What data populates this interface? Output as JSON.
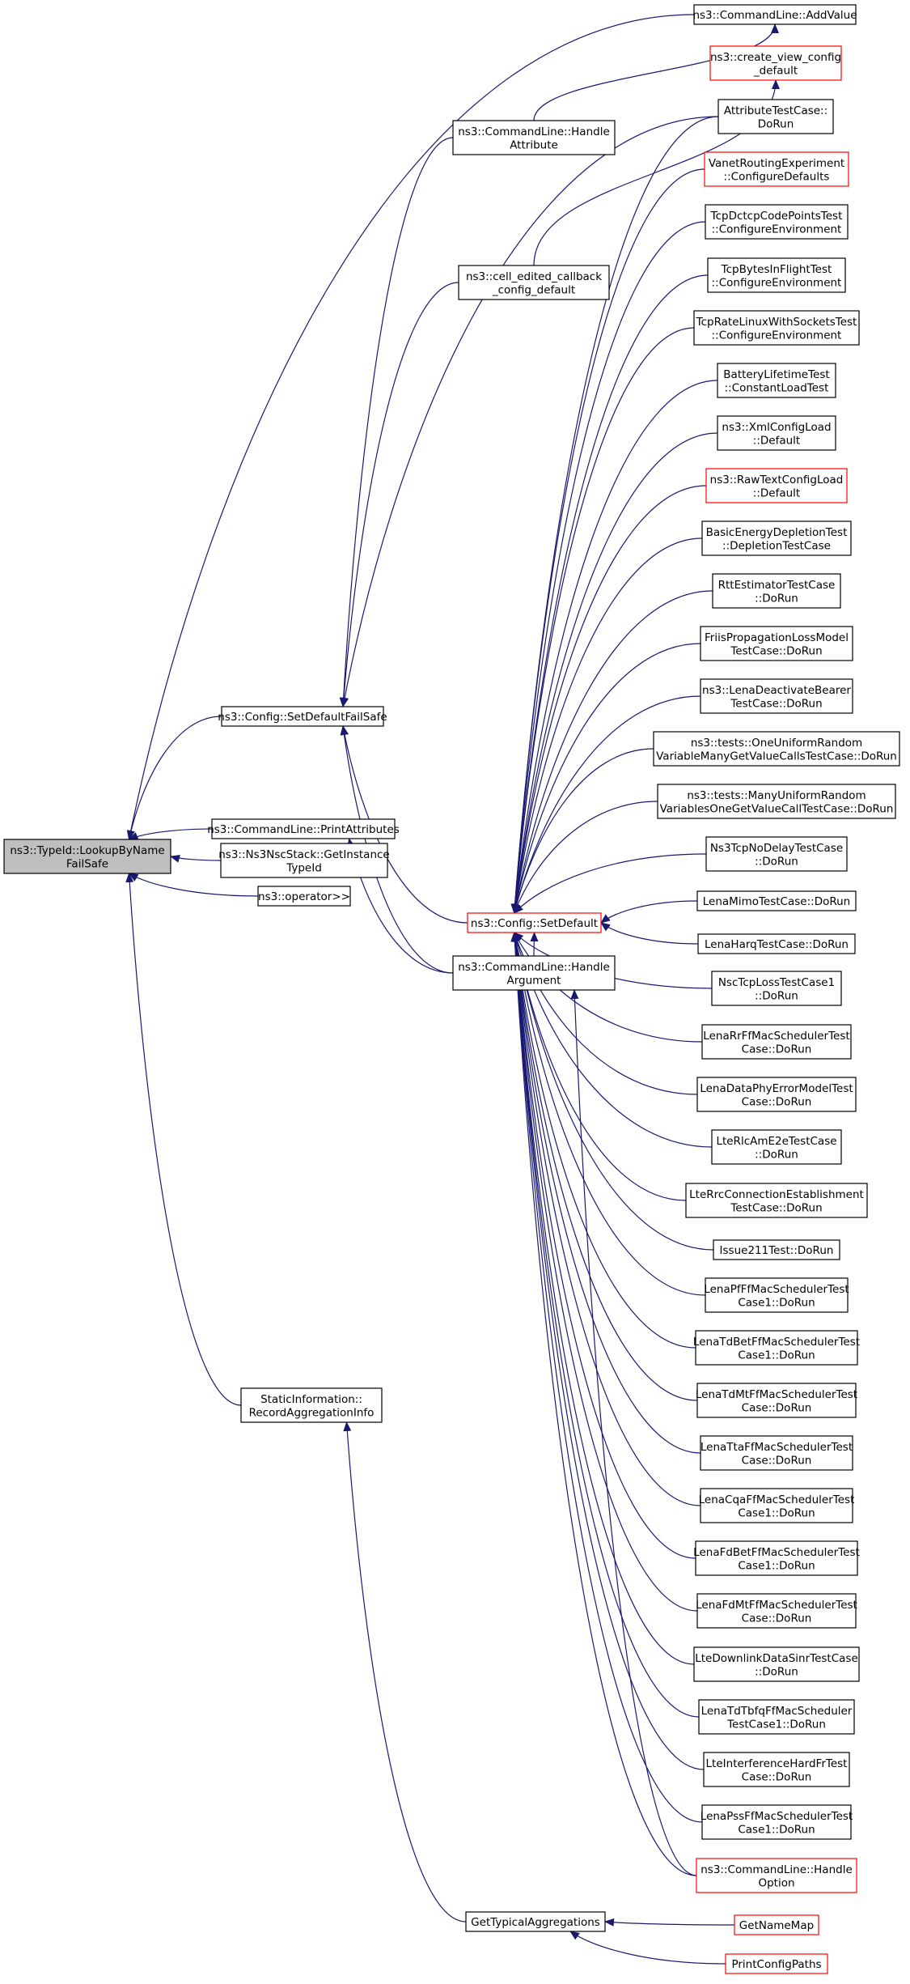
{
  "colors": {
    "edge": "#191970",
    "node_border": "#000000",
    "node_border_truncated": "#ff0000",
    "root_fill": "#bfbfbf"
  },
  "nodes": {
    "root": {
      "lines": [
        "ns3::TypeId::LookupByName",
        "FailSafe"
      ]
    },
    "setDefaultFailSafe": {
      "lines": [
        "ns3::Config::SetDefaultFailSafe"
      ]
    },
    "printAttributes": {
      "lines": [
        "ns3::CommandLine::PrintAttributes"
      ]
    },
    "ns3NscGetInstanceTypeId": {
      "lines": [
        "ns3::Ns3NscStack::GetInstance",
        "TypeId"
      ]
    },
    "operatorShift": {
      "lines": [
        "ns3::operator>>"
      ]
    },
    "staticInfo": {
      "lines": [
        "StaticInformation::",
        "RecordAggregationInfo"
      ]
    },
    "handleAttribute": {
      "lines": [
        "ns3::CommandLine::Handle",
        "Attribute"
      ]
    },
    "cellEdited": {
      "lines": [
        "ns3::cell_edited_callback",
        "_config_default"
      ]
    },
    "setDefault": {
      "lines": [
        "ns3::Config::SetDefault"
      ]
    },
    "handleArgument": {
      "lines": [
        "ns3::CommandLine::Handle",
        "Argument"
      ]
    },
    "getTypicalAggregations": {
      "lines": [
        "GetTypicalAggregations"
      ]
    },
    "addValue": {
      "lines": [
        "ns3::CommandLine::AddValue"
      ]
    },
    "createViewConfig": {
      "lines": [
        "ns3::create_view_config",
        "_default"
      ]
    },
    "attributeTestCase": {
      "lines": [
        "AttributeTestCase::",
        "DoRun"
      ]
    },
    "vanetRouting": {
      "lines": [
        "VanetRoutingExperiment",
        "::ConfigureDefaults"
      ]
    },
    "tcpDctcp": {
      "lines": [
        "TcpDctcpCodePointsTest",
        "::ConfigureEnvironment"
      ]
    },
    "tcpBytesInFlight": {
      "lines": [
        "TcpBytesInFlightTest",
        "::ConfigureEnvironment"
      ]
    },
    "tcpRateLinux": {
      "lines": [
        "TcpRateLinuxWithSocketsTest",
        "::ConfigureEnvironment"
      ]
    },
    "batteryLifetime": {
      "lines": [
        "BatteryLifetimeTest",
        "::ConstantLoadTest"
      ]
    },
    "xmlConfigLoad": {
      "lines": [
        "ns3::XmlConfigLoad",
        "::Default"
      ]
    },
    "rawTextConfigLoad": {
      "lines": [
        "ns3::RawTextConfigLoad",
        "::Default"
      ]
    },
    "basicEnergyDepletion": {
      "lines": [
        "BasicEnergyDepletionTest",
        "::DepletionTestCase"
      ]
    },
    "rttEstimator": {
      "lines": [
        "RttEstimatorTestCase",
        "::DoRun"
      ]
    },
    "friisPropagation": {
      "lines": [
        "FriisPropagationLossModel",
        "TestCase::DoRun"
      ]
    },
    "lenaDeactivateBearer": {
      "lines": [
        "ns3::LenaDeactivateBearer",
        "TestCase::DoRun"
      ]
    },
    "oneUniformRandom": {
      "lines": [
        "ns3::tests::OneUniformRandom",
        "VariableManyGetValueCallsTestCase::DoRun"
      ]
    },
    "manyUniformRandom": {
      "lines": [
        "ns3::tests::ManyUniformRandom",
        "VariablesOneGetValueCallTestCase::DoRun"
      ]
    },
    "ns3TcpNoDelay": {
      "lines": [
        "Ns3TcpNoDelayTestCase",
        "::DoRun"
      ]
    },
    "lenaMimo": {
      "lines": [
        "LenaMimoTestCase::DoRun"
      ]
    },
    "lenaHarq": {
      "lines": [
        "LenaHarqTestCase::DoRun"
      ]
    },
    "nscTcpLoss": {
      "lines": [
        "NscTcpLossTestCase1",
        "::DoRun"
      ]
    },
    "lenaRrFf": {
      "lines": [
        "LenaRrFfMacSchedulerTest",
        "Case::DoRun"
      ]
    },
    "lenaDataPhyError": {
      "lines": [
        "LenaDataPhyErrorModelTest",
        "Case::DoRun"
      ]
    },
    "lteRlcAmE2e": {
      "lines": [
        "LteRlcAmE2eTestCase",
        "::DoRun"
      ]
    },
    "lteRrcConnection": {
      "lines": [
        "LteRrcConnectionEstablishment",
        "TestCase::DoRun"
      ]
    },
    "issue211": {
      "lines": [
        "Issue211Test::DoRun"
      ]
    },
    "lenaPfFf": {
      "lines": [
        "LenaPfFfMacSchedulerTest",
        "Case1::DoRun"
      ]
    },
    "lenaTdBetFf": {
      "lines": [
        "LenaTdBetFfMacSchedulerTest",
        "Case1::DoRun"
      ]
    },
    "lenaTdMtFf": {
      "lines": [
        "LenaTdMtFfMacSchedulerTest",
        "Case::DoRun"
      ]
    },
    "lenaTtaFf": {
      "lines": [
        "LenaTtaFfMacSchedulerTest",
        "Case::DoRun"
      ]
    },
    "lenaCqaFf": {
      "lines": [
        "LenaCqaFfMacSchedulerTest",
        "Case1::DoRun"
      ]
    },
    "lenaFdBetFf": {
      "lines": [
        "LenaFdBetFfMacSchedulerTest",
        "Case1::DoRun"
      ]
    },
    "lenaFdMtFf": {
      "lines": [
        "LenaFdMtFfMacSchedulerTest",
        "Case::DoRun"
      ]
    },
    "lteDownlinkDataSinr": {
      "lines": [
        "LteDownlinkDataSinrTestCase",
        "::DoRun"
      ]
    },
    "lenaTdTbfqFf": {
      "lines": [
        "LenaTdTbfqFfMacScheduler",
        "TestCase1::DoRun"
      ]
    },
    "lteInterferenceHardFr": {
      "lines": [
        "LteInterferenceHardFrTest",
        "Case::DoRun"
      ]
    },
    "lenaPssFf": {
      "lines": [
        "LenaPssFfMacSchedulerTest",
        "Case1::DoRun"
      ]
    },
    "handleOption": {
      "lines": [
        "ns3::CommandLine::Handle",
        "Option"
      ]
    },
    "getNameMap": {
      "lines": [
        "GetNameMap"
      ]
    },
    "printConfigPaths": {
      "lines": [
        "PrintConfigPaths"
      ]
    }
  }
}
